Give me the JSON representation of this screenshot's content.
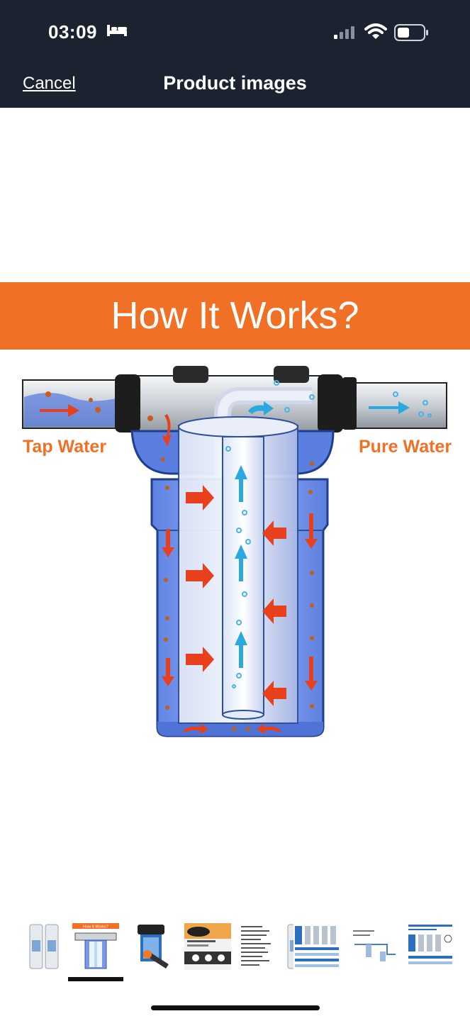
{
  "status_bar": {
    "time": "03:09",
    "icons": [
      "bed-icon",
      "signal-icon",
      "wifi-icon",
      "battery-icon"
    ]
  },
  "nav": {
    "cancel_label": "Cancel",
    "title": "Product images"
  },
  "main_image": {
    "banner_title": "How It Works?",
    "tap_label": "Tap Water",
    "pure_label": "Pure Water",
    "colors": {
      "banner": "#f07126",
      "water": "#5b7fe0",
      "arrow_in": "#e8401c",
      "arrow_out": "#2aa9e0"
    }
  },
  "thumbnails": {
    "selected_index": 1,
    "items": [
      {
        "name": "filter-cartridges"
      },
      {
        "name": "how-it-works",
        "label": "How It Works?"
      },
      {
        "name": "filter-housing-wrench"
      },
      {
        "name": "carbon-block-filter"
      },
      {
        "name": "spec-sheet"
      },
      {
        "name": "single-cartridge"
      },
      {
        "name": "comparison-chart"
      },
      {
        "name": "installation-diagram"
      },
      {
        "name": "compatibility-chart"
      }
    ]
  }
}
